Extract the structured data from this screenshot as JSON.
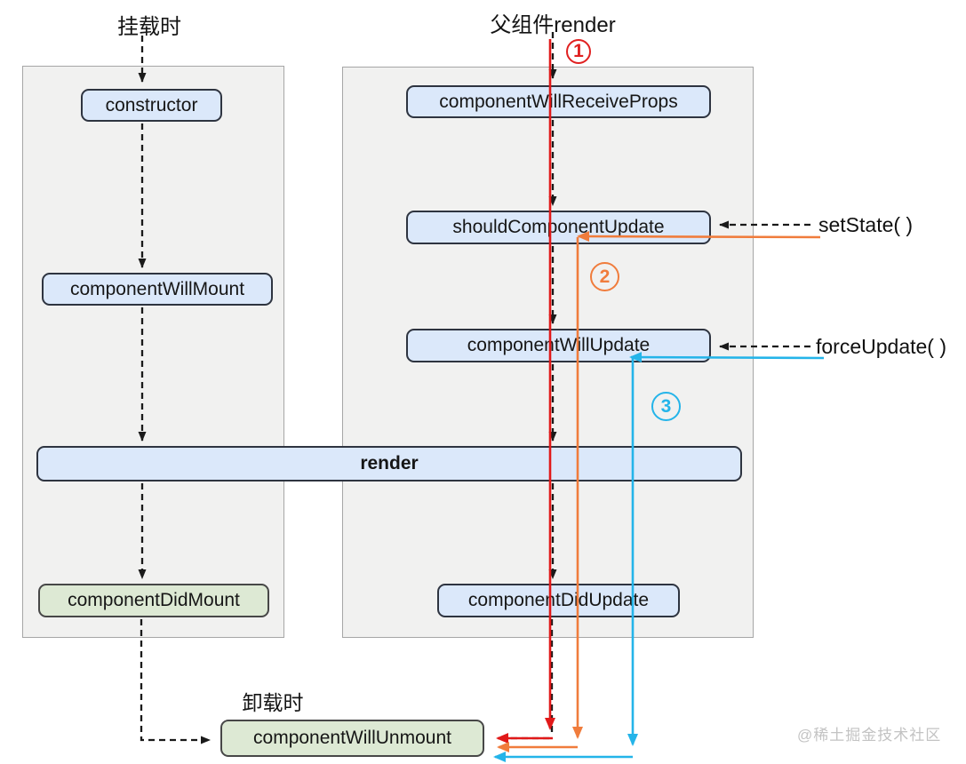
{
  "titles": {
    "mount": "挂载时",
    "parent_render": "父组件render",
    "unmount": "卸载时"
  },
  "boxes": {
    "constructor": "constructor",
    "component_will_mount": "componentWillMount",
    "component_did_mount": "componentDidMount",
    "component_will_receive_props": "componentWillReceiveProps",
    "should_component_update": "shouldComponentUpdate",
    "component_will_update": "componentWillUpdate",
    "render": "render",
    "component_did_update": "componentDidUpdate",
    "component_will_unmount": "componentWillUnmount"
  },
  "side_labels": {
    "set_state": "setState( )",
    "force_update": "forceUpdate( )"
  },
  "steps": {
    "one": "1",
    "two": "2",
    "three": "3"
  },
  "watermark": "@稀土掘金技术社区",
  "colors": {
    "flow_red": "#e11919",
    "flow_orange": "#f07c3c",
    "flow_cyan": "#24b4e9",
    "dashed_black": "#1a1a1a",
    "box_blue_fill": "#dbe8fa",
    "box_green_fill": "#dde9d4",
    "panel_fill": "#f1f1f0"
  }
}
